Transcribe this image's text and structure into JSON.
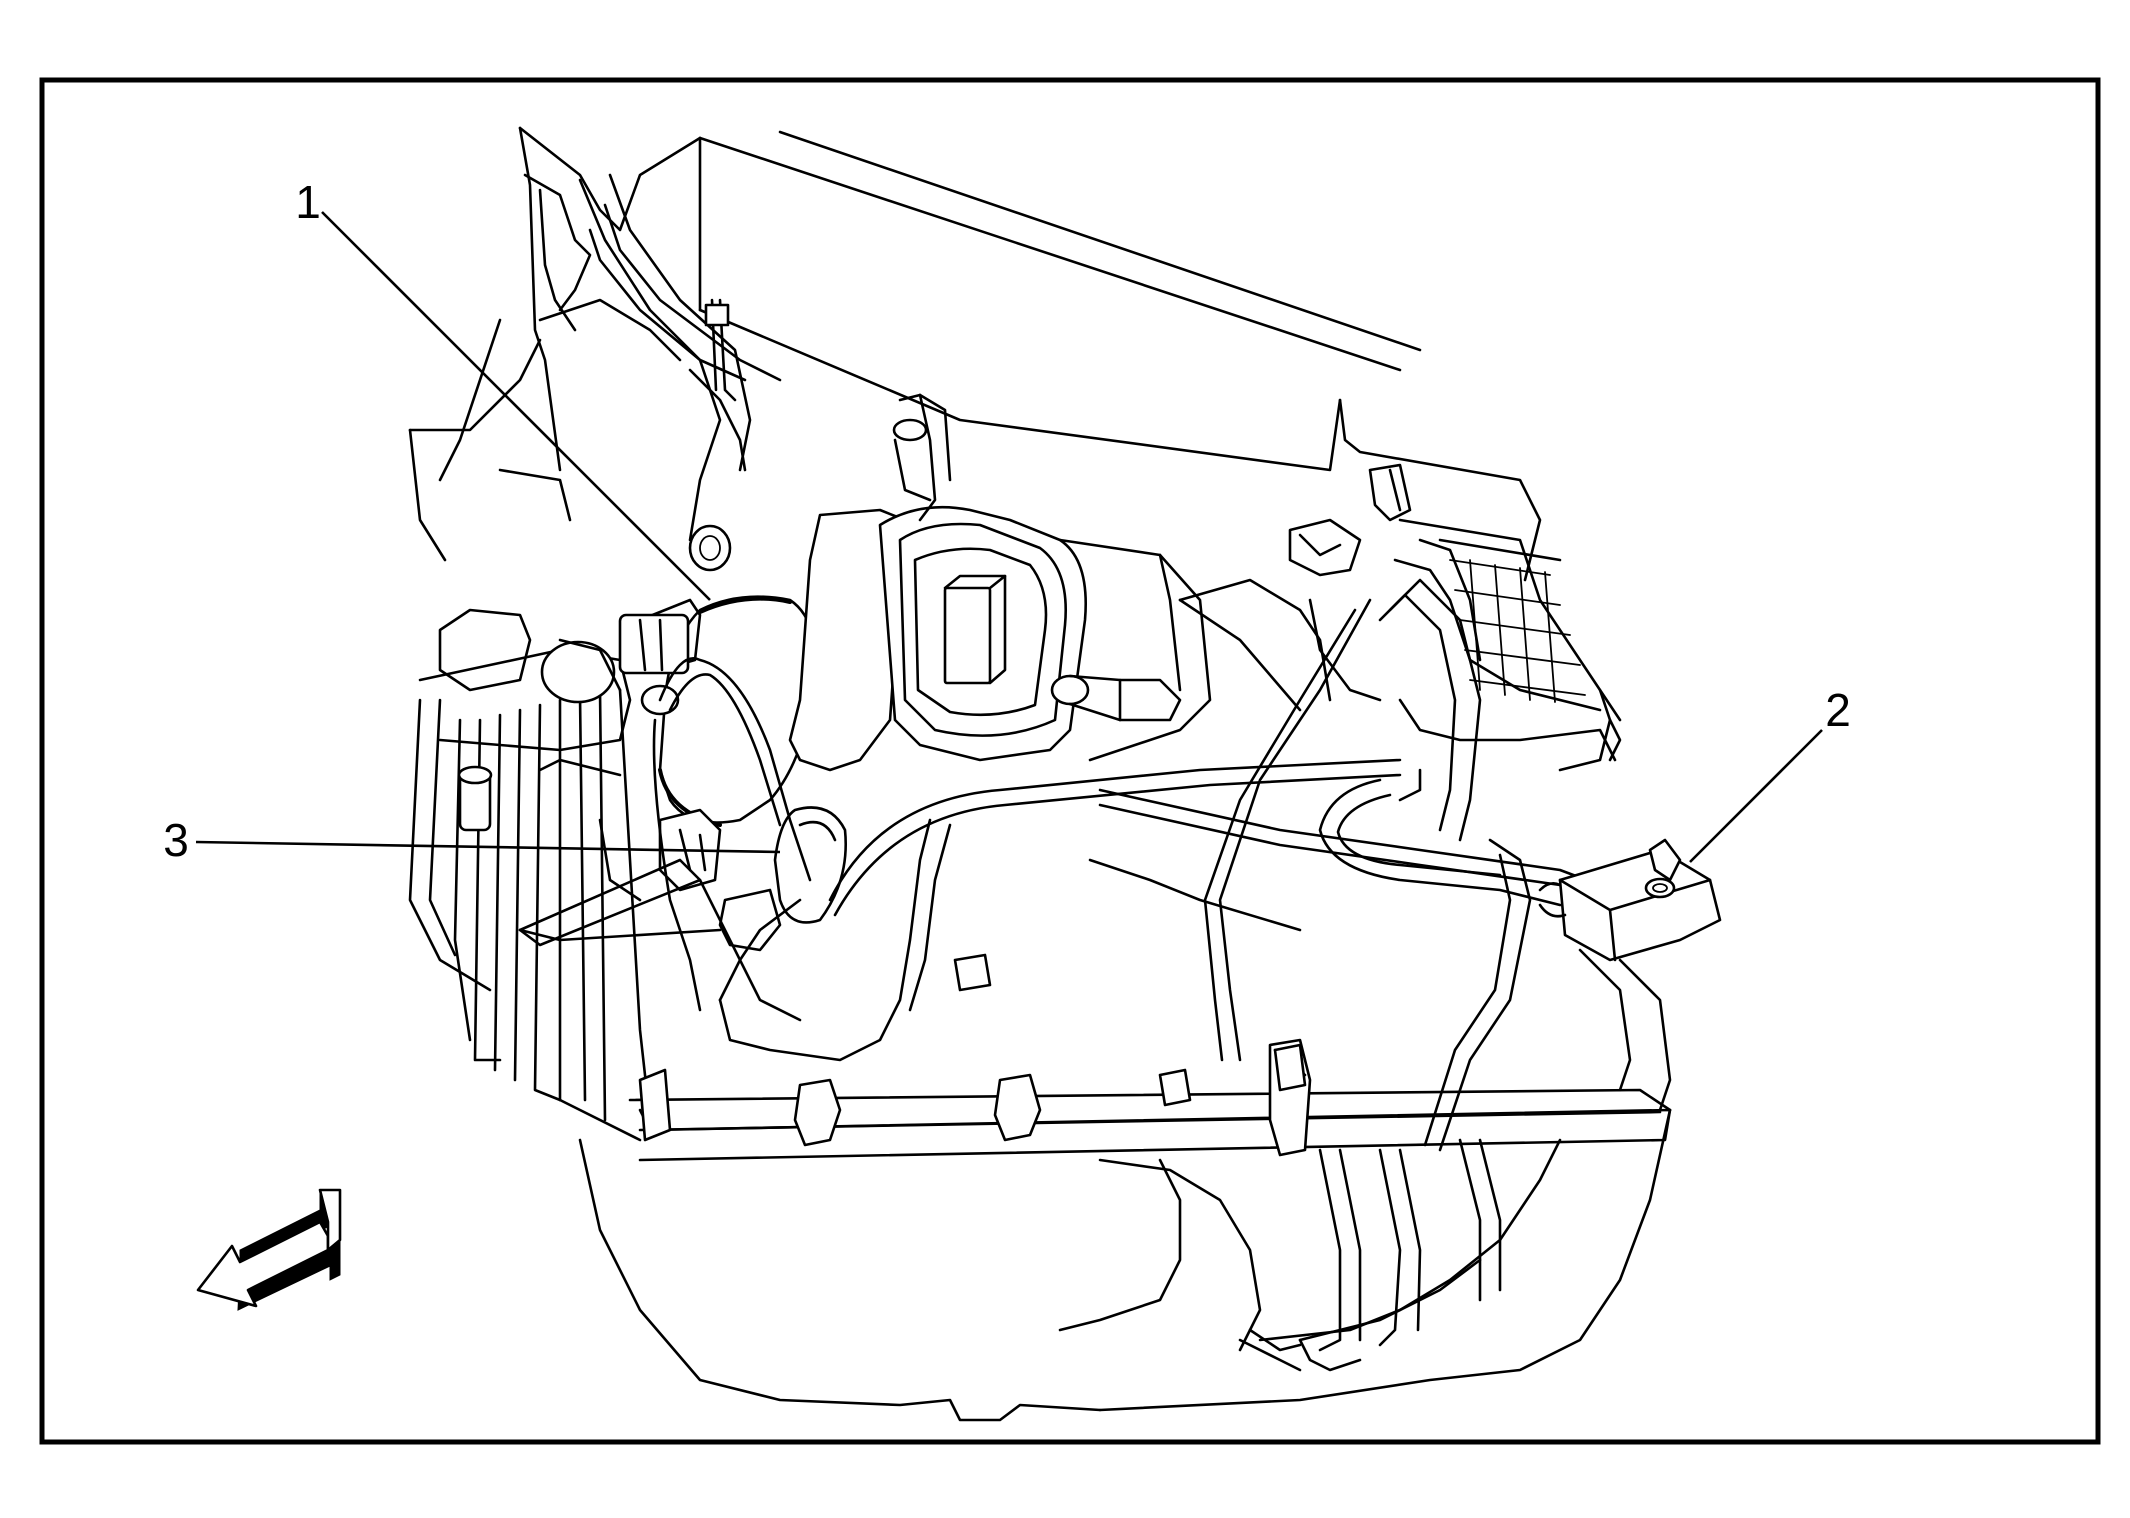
{
  "callouts": [
    {
      "id": "1",
      "label": "1"
    },
    {
      "id": "2",
      "label": "2"
    },
    {
      "id": "3",
      "label": "3"
    }
  ],
  "icons": {
    "orientation_arrow": "front-direction-arrow-icon"
  }
}
